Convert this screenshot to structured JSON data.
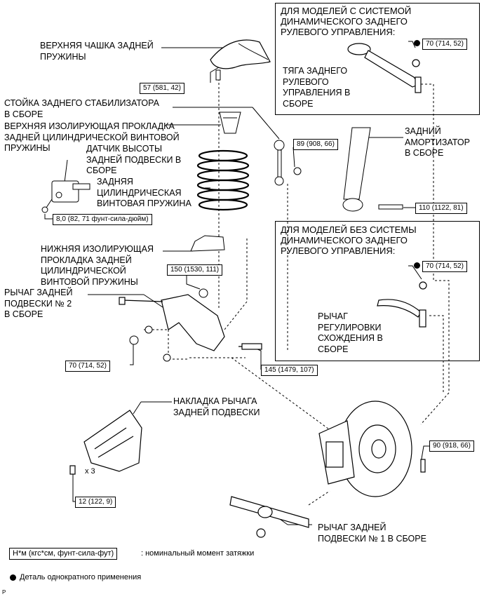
{
  "frames": {
    "with_drs": {
      "title": "ДЛЯ МОДЕЛЕЙ С СИСТЕМОЙ\nДИНАМИЧЕСКОГО ЗАДНЕГО\nРУЛЕВОГО УПРАВЛЕНИЯ:",
      "torque": "70 (714, 52)",
      "part": "ТЯГА ЗАДНЕГО\nРУЛЕВОГО\nУПРАВЛЕНИЯ В\nСБОРЕ"
    },
    "without_drs": {
      "title": "ДЛЯ МОДЕЛЕЙ БЕЗ СИСТЕМЫ\nДИНАМИЧЕСКОГО ЗАДНЕГО\nРУЛЕВОГО УПРАВЛЕНИЯ:",
      "torque": "70 (714, 52)",
      "part": "РЫЧАГ\nРЕГУЛИРОВКИ\nСХОЖДЕНИЯ В\nСБОРЕ"
    }
  },
  "labels": {
    "upper_spring_seat": "ВЕРХНЯЯ ЧАШКА ЗАДНЕЙ\nПРУЖИНЫ",
    "stabilizer_link": "СТОЙКА ЗАДНЕГО СТАБИЛИЗАТОРА\nВ СБОРЕ",
    "upper_insulator": "ВЕРХНЯЯ ИЗОЛИРУЮЩАЯ ПРОКЛАДКА\nЗАДНЕЙ ЦИЛИНДРИЧЕСКОЙ ВИНТОВОЙ\nПРУЖИНЫ",
    "height_sensor": "ДАТЧИК ВЫСОТЫ\nЗАДНЕЙ ПОДВЕСКИ В\nСБОРЕ",
    "coil_spring": "ЗАДНЯЯ\nЦИЛИНДРИЧЕСКАЯ\nВИНТОВАЯ ПРУЖИНА",
    "shock_absorber": "ЗАДНИЙ\nАМОРТИЗАТОР\nВ СБОРЕ",
    "lower_insulator": "НИЖНЯЯ ИЗОЛИРУЮЩАЯ\nПРОКЛАДКА ЗАДНЕЙ\nЦИЛИНДРИЧЕСКОЙ\nВИНТОВОЙ ПРУЖИНЫ",
    "arm_no2": "РЫЧАГ ЗАДНЕЙ\nПОДВЕСКИ № 2\nВ СБОРЕ",
    "arm_cover": "НАКЛАДКА РЫЧАГА\nЗАДНЕЙ ПОДВЕСКИ",
    "arm_no1": "РЫЧАГ ЗАДНЕЙ\nПОДВЕСКИ № 1 В СБОРЕ",
    "x3": "x 3"
  },
  "torques": {
    "t57": "57 (581, 42)",
    "t89": "89 (908, 66)",
    "t8": "8,0 (82, 71 фунт-сила-дюйм)",
    "t110": "110 (1122, 81)",
    "t150": "150 (1530, 111)",
    "t70": "70 (714, 52)",
    "t145": "145 (1479, 107)",
    "t90": "90 (918, 66)",
    "t12": "12 (122, 9)"
  },
  "legend": {
    "unit_box": "Н*м (кгс*см, фунт-сила-фут)",
    "unit_text": ": номинальный момент затяжки",
    "nonreuse": "Деталь однократного применения",
    "code": "P"
  }
}
